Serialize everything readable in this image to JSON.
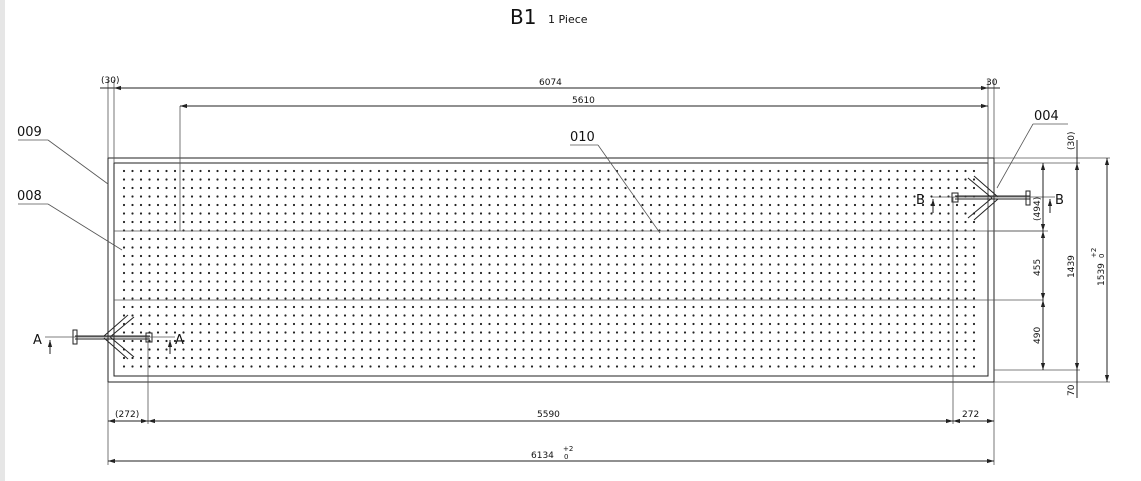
{
  "title": {
    "main": "B1",
    "quantity": "1 Piece"
  },
  "callouts": {
    "p009": "009",
    "p008": "008",
    "p010": "010",
    "p004": "004"
  },
  "sections": {
    "a": "A",
    "b": "B"
  },
  "dims": {
    "d30a": "(30)",
    "d6074": "6074",
    "d30b": "30",
    "d5610": "5610",
    "d30c": "(30)",
    "d494": "(494)",
    "d455": "455",
    "d1439": "1439",
    "d1539": "1539",
    "d1539tol_upper": "+2",
    "d1539tol_lower": "0",
    "d490": "490",
    "d70": "70",
    "d272a": "(272)",
    "d5590": "5590",
    "d272b": "272",
    "d6134": "6134",
    "d6134tol_upper": "+2",
    "d6134tol_lower": "0"
  },
  "palette": {
    "line": "#222222",
    "dots": "#222222",
    "background": "#ffffff"
  }
}
